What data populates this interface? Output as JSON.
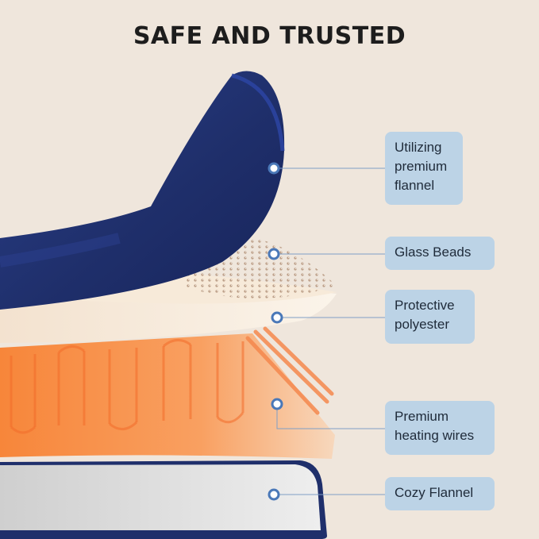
{
  "title": "SAFE AND TRUSTED",
  "layers": [
    {
      "id": "flannel-top",
      "label": "Utilizing\npremium\nflannel",
      "icon": "layer-marker-dot"
    },
    {
      "id": "glass-beads",
      "label": "Glass Beads",
      "icon": "layer-marker-dot"
    },
    {
      "id": "polyester",
      "label": "Protective\npolyester",
      "icon": "layer-marker-dot"
    },
    {
      "id": "heating-wires",
      "label": "Premium\nheating wires",
      "icon": "layer-marker-dot"
    },
    {
      "id": "flannel-bottom",
      "label": "Cozy Flannel",
      "icon": "layer-marker-dot"
    }
  ],
  "colors": {
    "background": "#efe6dc",
    "label_box": "#bcd3e6",
    "navy_flannel": "#1f2f6b",
    "heating_orange": "#f7924f",
    "marker_ring": "#4a78b8"
  }
}
